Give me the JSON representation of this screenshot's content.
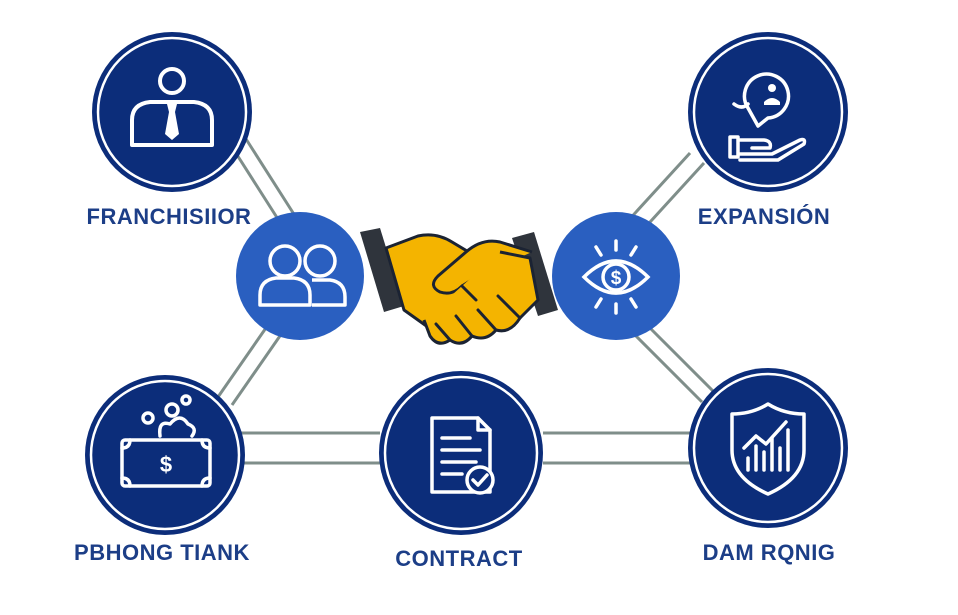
{
  "colors": {
    "navy": "#0c2d7a",
    "medium_blue": "#2a5fc0",
    "line_gray": "#7f8e8a",
    "gold": "#f4b400",
    "cuff_dark": "#2f343c",
    "label_color": "#1c3e87"
  },
  "nodes": {
    "franchisor": {
      "label": "FRANCHISIIOR",
      "icon": "businessman-icon"
    },
    "expansion": {
      "label": "EXPANSIÓN",
      "icon": "hand-holding-chat-icon"
    },
    "partners": {
      "icon": "people-icon"
    },
    "investment": {
      "icon": "eye-dollar-icon"
    },
    "capital": {
      "label": "PBHONG TIANK",
      "icon": "money-box-icon"
    },
    "contract": {
      "label": "CONTRACT",
      "icon": "contract-document-icon"
    },
    "growth": {
      "label": "DAM RQNIG",
      "icon": "shield-chart-icon"
    }
  },
  "center": {
    "icon": "handshake-icon"
  }
}
